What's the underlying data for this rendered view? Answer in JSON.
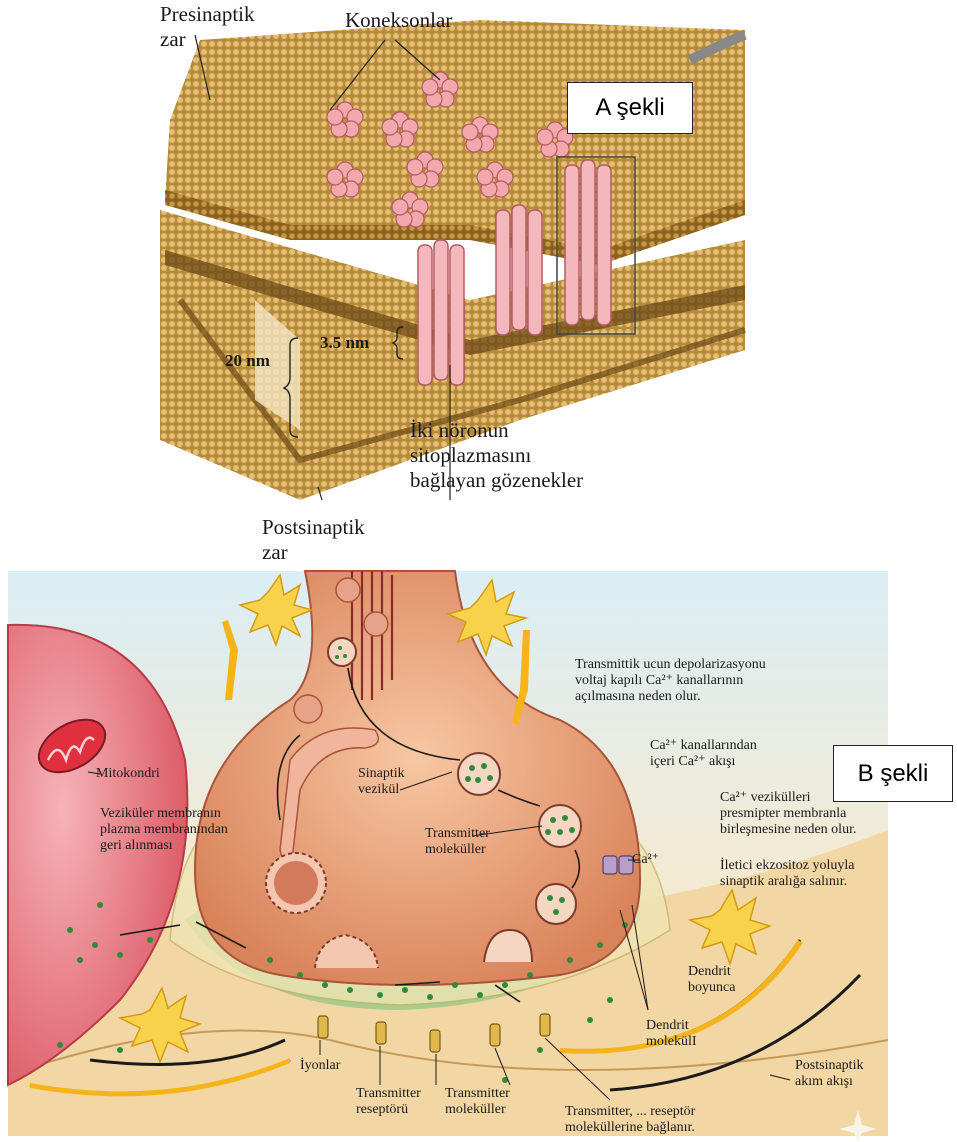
{
  "panel_a": {
    "presynaptic_line1": "Presinaptik",
    "presynaptic_line2": "zar",
    "connexons": "Koneksonlar",
    "figure_label": "A şekli",
    "gap_3_5nm": "3.5 nm",
    "gap_20nm": "20 nm",
    "pores_line1": "İki nöronun",
    "pores_line2": "sitoplazmasını",
    "pores_line3": "bağlayan gözenekler",
    "postsynaptic_line1": "Postsinaptik",
    "postsynaptic_line2": "zar"
  },
  "panel_b": {
    "figure_label": "B şekli",
    "step1_line1": "Transmittik ucun depolarizasyonu",
    "step1_line2": "voltaj kapılı Ca²⁺ kanallarının",
    "step1_line3": "açılmasına neden olur.",
    "step2_line1": "Ca²⁺ kanallarından",
    "step2_line2": "içeri Ca²⁺ akışı",
    "step3_line1": "Ca²⁺ vezikülleri",
    "step3_line2": "presmipter membranla",
    "step3_line3": "birleşmesine neden olur.",
    "step4_line1": "İletici ekzositoz yoluyla",
    "step4_line2": "sinaptik aralığa salınır.",
    "mitochondrion": "Mitokondri",
    "recycle_line1": "Veziküler membranın",
    "recycle_line2": "plazma membranından",
    "recycle_line3": "geri alınması",
    "vesicle_line1": "Sinaptik",
    "vesicle_line2": "vezikül",
    "transmitter_line1": "Transmitter",
    "transmitter_line2": "moleküller",
    "ca_label": "Ca²⁺",
    "dendrite_mol_line1": "Dendrit",
    "dendrite_mol_line2": "molekülI",
    "along_line1": "Dendrit",
    "along_line2": "boyunca",
    "current_line1": "Postsinaptik",
    "current_line2": "akım akışı",
    "ions": "İyonlar",
    "receptor_line1": "Transmitter",
    "receptor_line2": "reseptörü",
    "tmol_line1": "Transmitter",
    "tmol_line2": "moleküller",
    "bind_line1": "Transmitter, ... reseptör",
    "bind_line2": "moleküllerine bağlanır."
  }
}
